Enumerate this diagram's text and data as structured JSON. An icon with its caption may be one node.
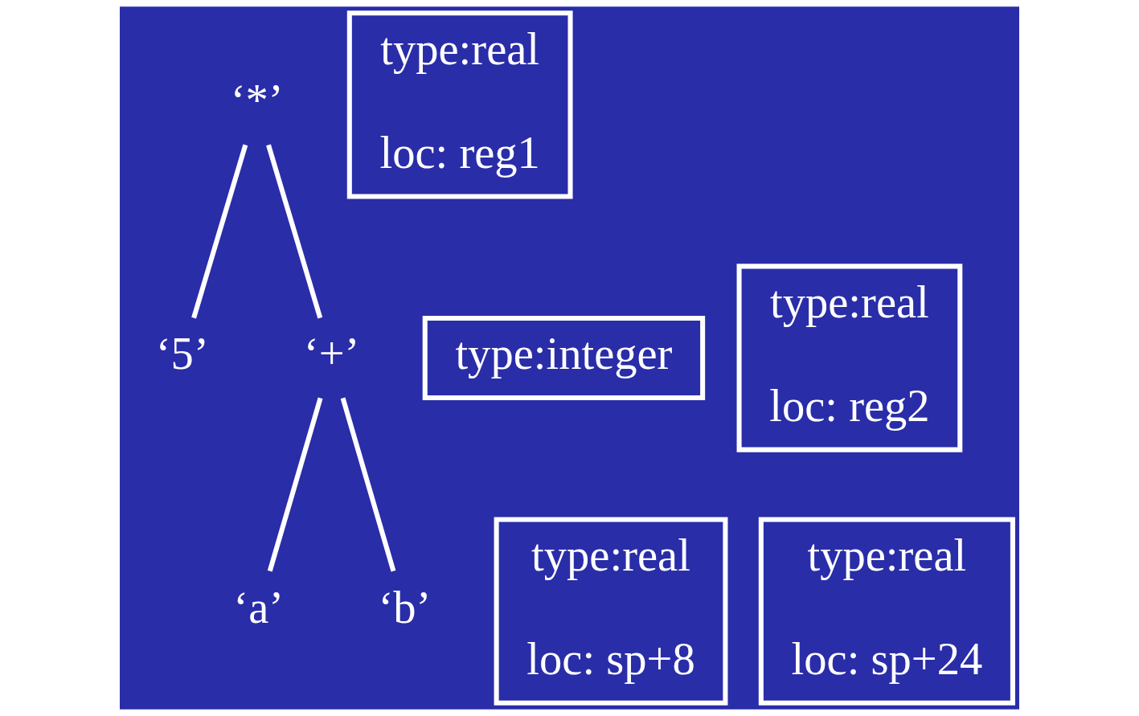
{
  "diagram": {
    "nodes": [
      {
        "text": [
          "‘*’"
        ]
      },
      {
        "text": [
          "type:real",
          "loc: reg1"
        ]
      },
      {
        "text": [
          "‘5’"
        ]
      },
      {
        "text": [
          "type:integer"
        ]
      },
      {
        "text": [
          "‘+’"
        ]
      },
      {
        "text": [
          "type:real",
          "loc: reg2"
        ]
      },
      {
        "text": [
          "‘a’"
        ]
      },
      {
        "text": [
          "type:real",
          "loc: sp+8"
        ]
      },
      {
        "text": [
          "‘b’"
        ]
      },
      {
        "text": [
          "type:real",
          "loc: sp+24"
        ]
      }
    ],
    "edges": [
      {
        "from": 0,
        "to": 2,
        "arrow": "none"
      },
      {
        "from": 0,
        "to": 4,
        "arrow": "none"
      },
      {
        "from": 4,
        "to": 6,
        "arrow": "none"
      },
      {
        "from": 4,
        "to": 8,
        "arrow": "none"
      }
    ]
  }
}
